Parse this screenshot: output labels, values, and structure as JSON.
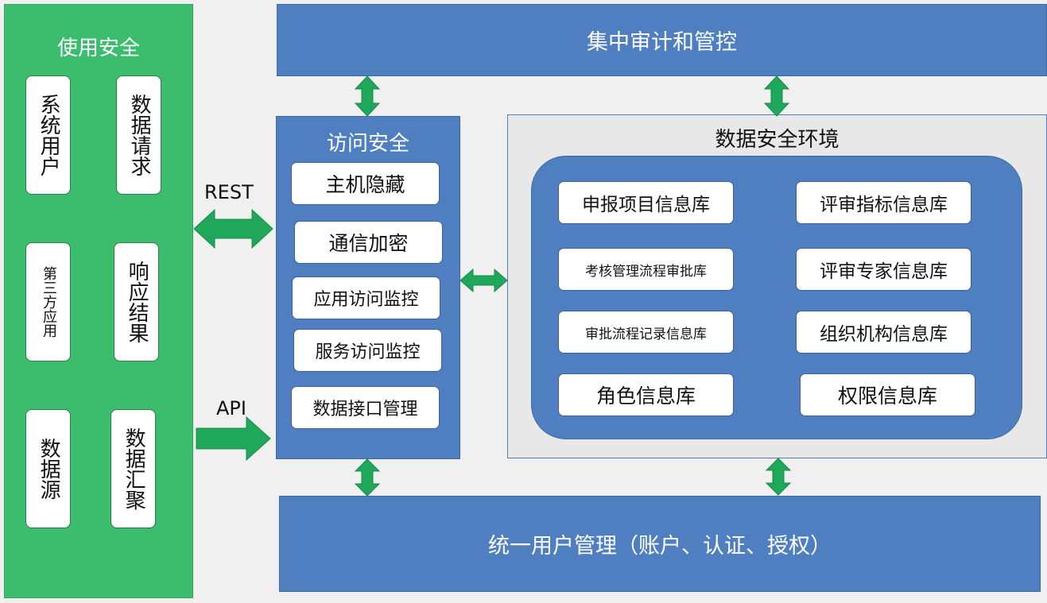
{
  "usage_security": {
    "title": "使用安全",
    "items": [
      "系统用户",
      "数据请求",
      "第三方应用",
      "响应结果",
      "数据源",
      "数据汇聚"
    ]
  },
  "central_audit": {
    "label": "集中审计和管控"
  },
  "access_security": {
    "title": "访问安全",
    "items": [
      "主机隐藏",
      "通信加密",
      "应用访问监控",
      "服务访问监控",
      "数据接口管理"
    ]
  },
  "data_env": {
    "title": "数据安全环境",
    "databases": [
      "申报项目信息库",
      "评审指标信息库",
      "考核管理流程审批库",
      "评审专家信息库",
      "审批流程记录信息库",
      "组织机构信息库",
      "角色信息库",
      "权限信息库"
    ]
  },
  "unified_user": {
    "label": "统一用户管理（账户、认证、授权）"
  },
  "connectors": {
    "rest": "REST",
    "api": "API"
  },
  "colors": {
    "green_panel": "#3cbd6e",
    "blue_panel": "#4f7fc0",
    "arrow_green": "#1fa85a"
  }
}
